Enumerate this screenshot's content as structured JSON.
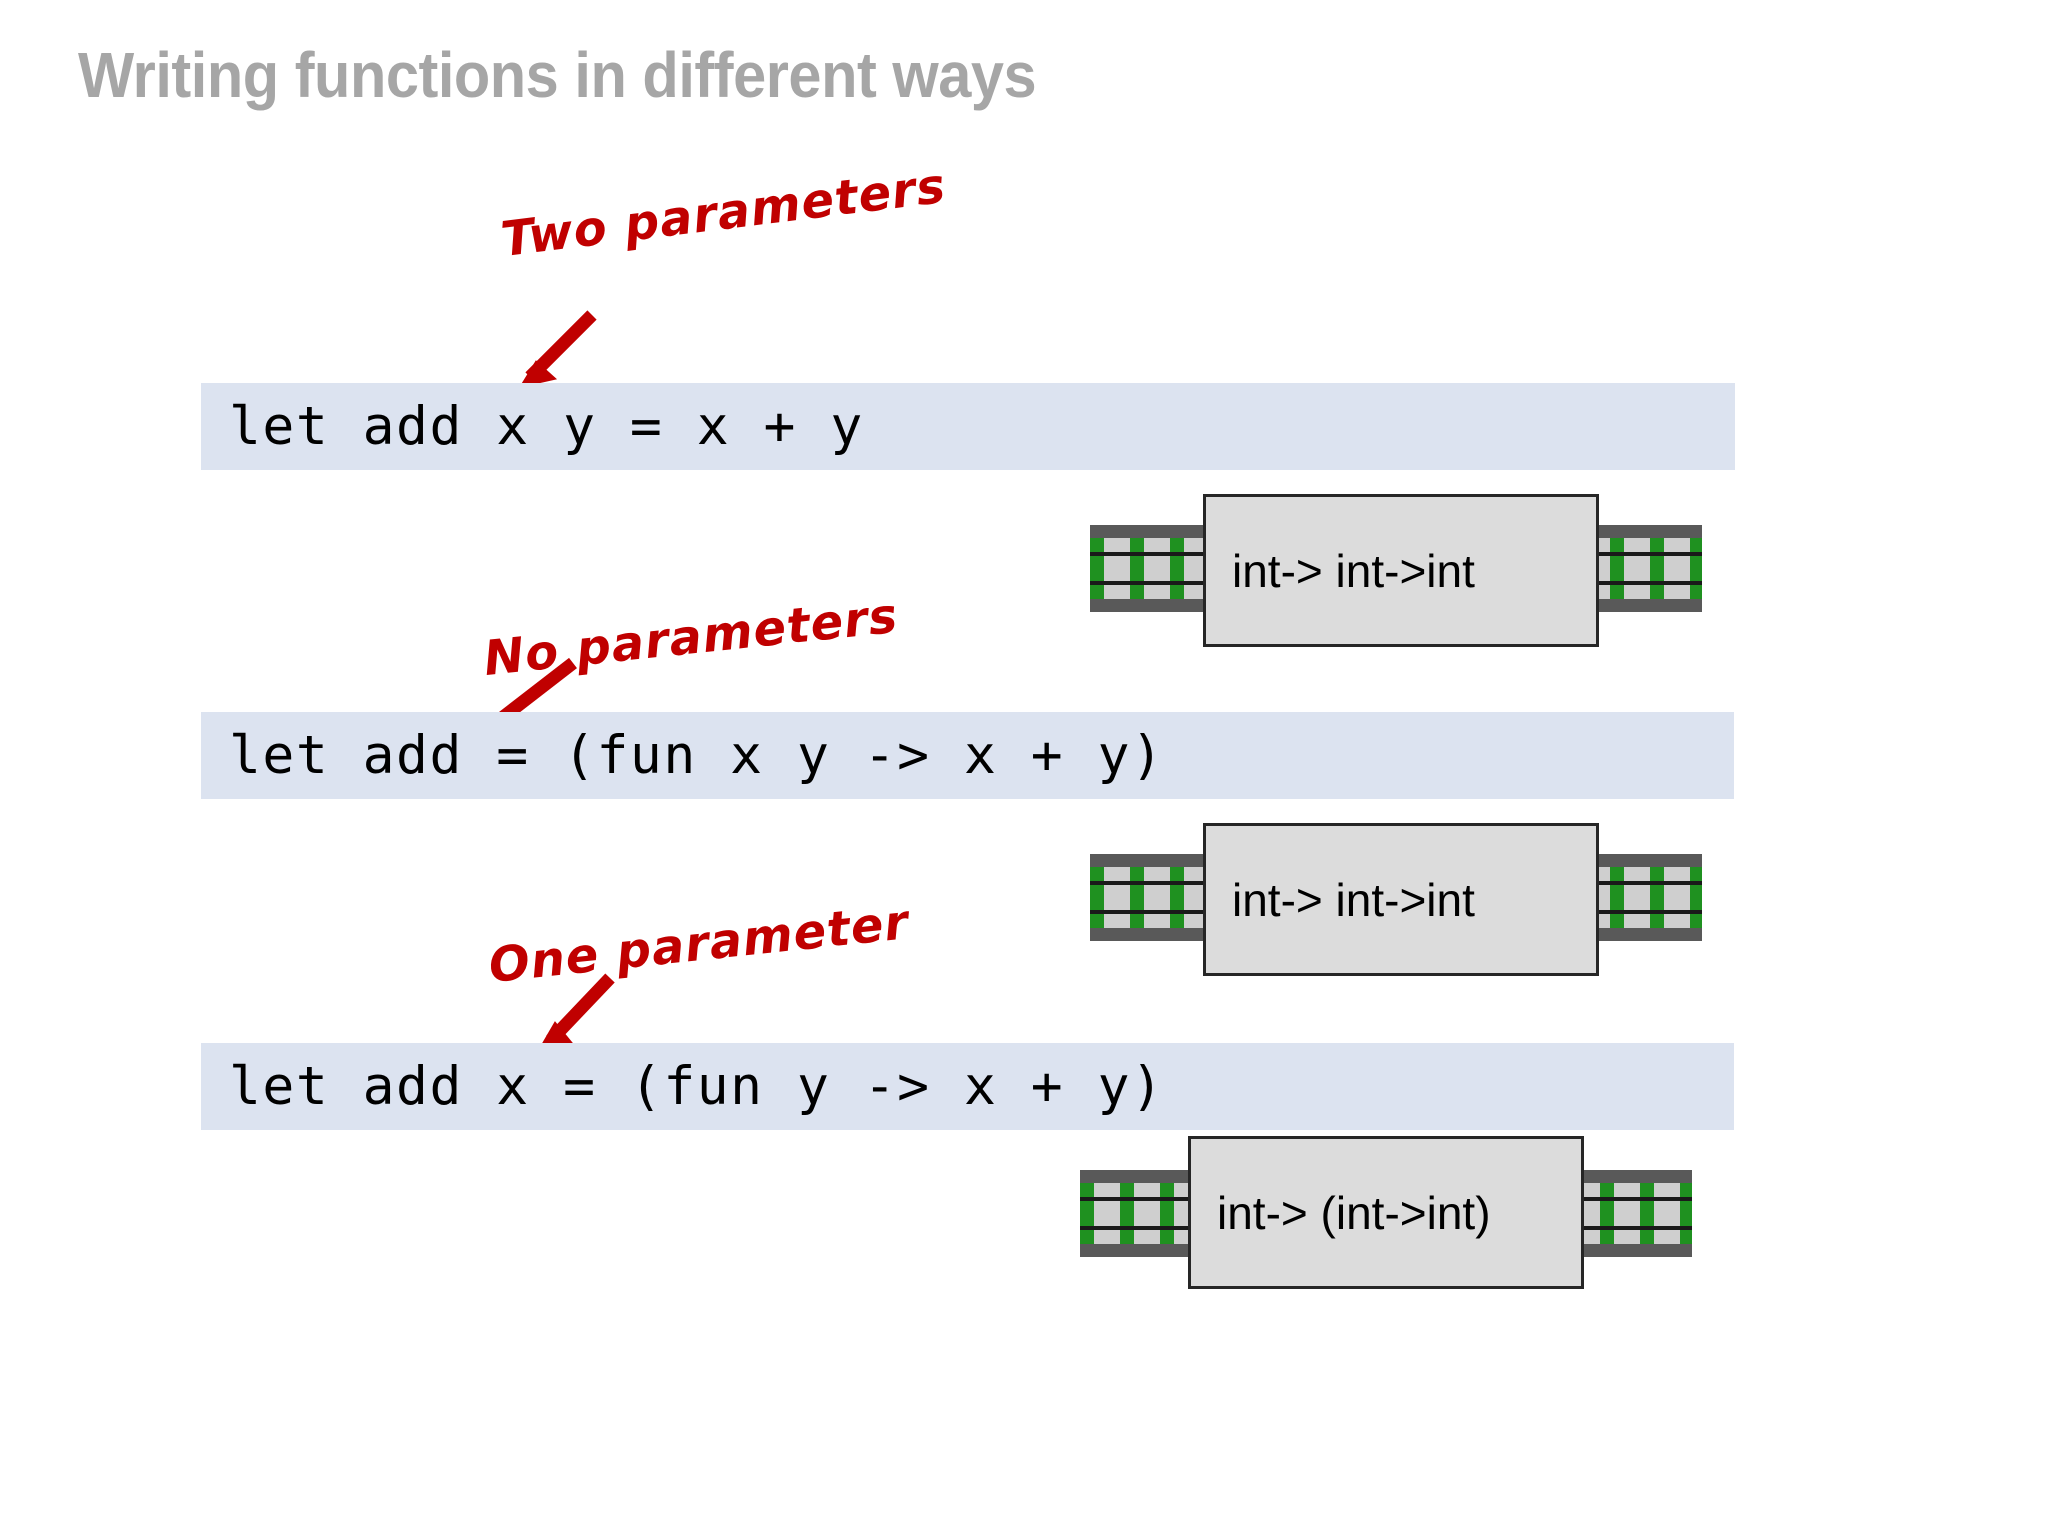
{
  "slide": {
    "title": "Writing functions in different ways",
    "background_color": "#ffffff",
    "title_color": "#a6a6a6"
  },
  "theme": {
    "code_bar_color": "#dce3f0",
    "annotation_color": "#c00000",
    "type_box_fill": "#dcdcdc",
    "type_box_border": "#262626",
    "track_rail_color": "#595959",
    "track_bed_color": "#cfcfcf",
    "track_tie_color": "#1f9120"
  },
  "annotations": [
    {
      "id": "two-parameters",
      "text": "Two parameters"
    },
    {
      "id": "no-parameters",
      "text": "No parameters"
    },
    {
      "id": "one-parameter",
      "text": "One parameter"
    }
  ],
  "code_blocks": [
    {
      "id": "code-1",
      "text": "let add x y = x + y"
    },
    {
      "id": "code-2",
      "text": "let add = (fun x y -> x + y)"
    },
    {
      "id": "code-3",
      "text": "let add x = (fun y -> x + y)"
    }
  ],
  "type_signatures": [
    {
      "id": "type-1",
      "text": "int-> int->int"
    },
    {
      "id": "type-2",
      "text": "int-> int->int"
    },
    {
      "id": "type-3",
      "text": "int-> (int->int)"
    }
  ]
}
